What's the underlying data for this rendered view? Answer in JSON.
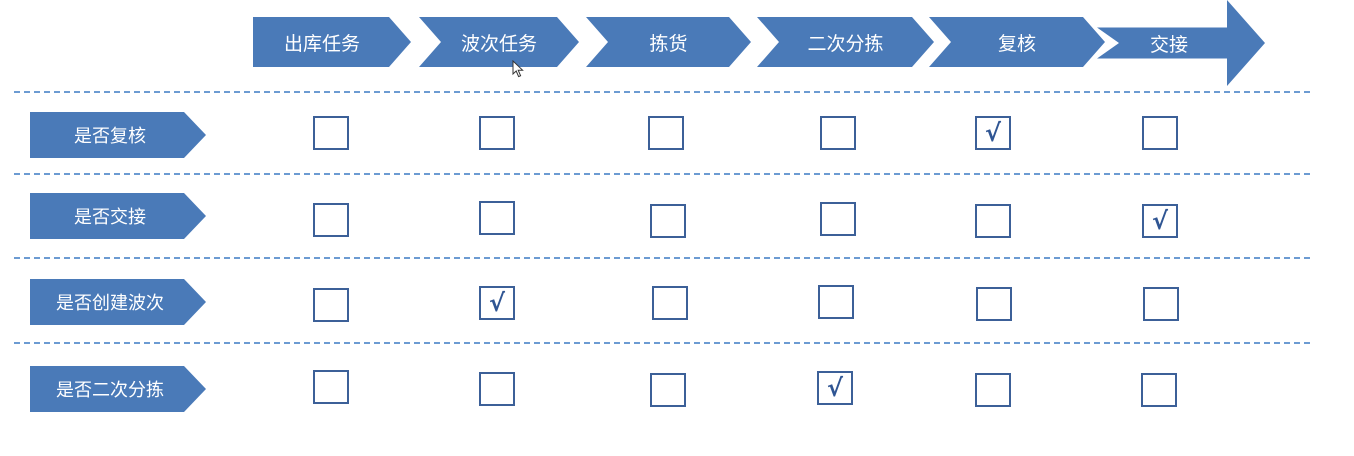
{
  "stages": [
    "出库任务",
    "波次任务",
    "拣货",
    "二次分拣",
    "复核",
    "交接"
  ],
  "rows": [
    {
      "label": "是否复核",
      "checked": [
        false,
        false,
        false,
        false,
        true,
        false
      ]
    },
    {
      "label": "是否交接",
      "checked": [
        false,
        false,
        false,
        false,
        false,
        true
      ]
    },
    {
      "label": "是否创建波次",
      "checked": [
        false,
        true,
        false,
        false,
        false,
        false
      ]
    },
    {
      "label": "是否二次分拣",
      "checked": [
        false,
        false,
        false,
        true,
        false,
        false
      ]
    }
  ],
  "check_mark": "√",
  "colors": {
    "arrow": "#4a7ab8",
    "box_border": "#3c6098",
    "divider": "#6c9bd2",
    "check": "#2f5593"
  },
  "icons": {
    "cursor": "mouse-pointer-icon"
  }
}
